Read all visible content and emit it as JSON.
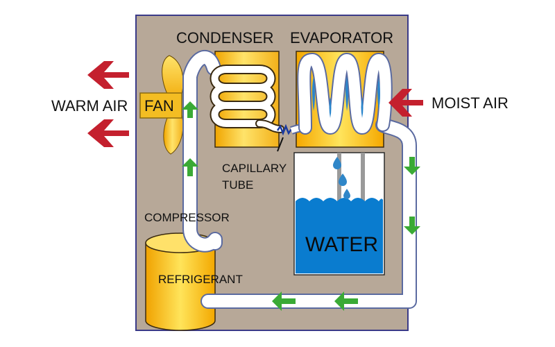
{
  "labels": {
    "condenser": "CONDENSER",
    "evaporator": "EVAPORATOR",
    "warm_air": "WARM AIR",
    "fan": "FAN",
    "moist_air": "MOIST AIR",
    "capillary_line1": "CAPILLARY",
    "capillary_line2": "TUBE",
    "compressor": "COMPRESSOR",
    "refrigerant": "REFRIGERANT",
    "water": "WATER"
  },
  "colors": {
    "housing": "#b7a898",
    "housing_border": "#3a3a88",
    "air_arrow": "#c4202e",
    "flow_arrow": "#3aaa35",
    "yellow_dark": "#f0a500",
    "yellow_light": "#ffe04a",
    "water_blue": "#0a7ccf",
    "droplet": "#2f86c8",
    "tube_fill": "#ffffff",
    "tube_outline": "#5a6aa0"
  },
  "icons": {
    "air_arrow": "arrow-left-icon",
    "flow_arrow_up": "arrow-up-icon",
    "flow_arrow_down": "arrow-down-icon",
    "flow_arrow_left": "arrow-left-icon"
  }
}
